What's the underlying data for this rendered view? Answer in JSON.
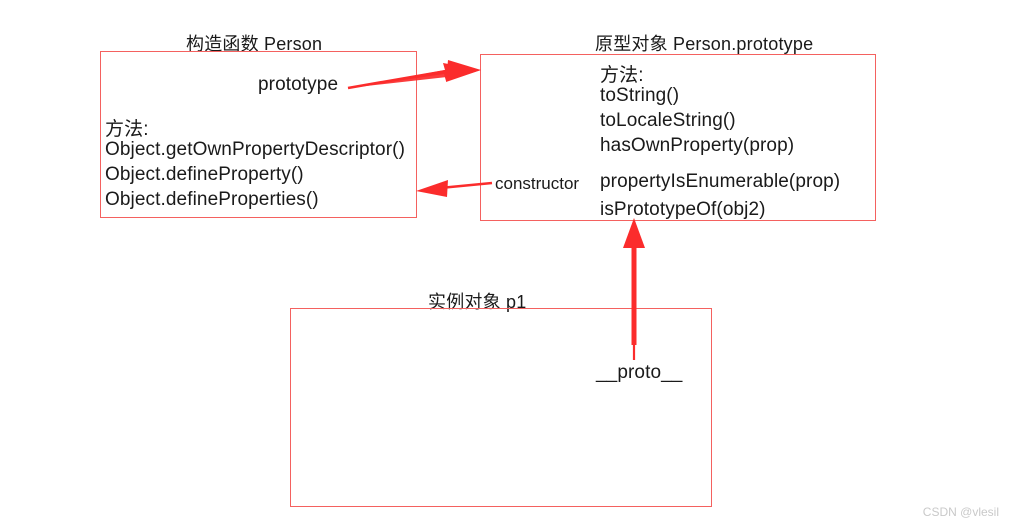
{
  "diagram": {
    "title_hidden": "JavaScript prototype chain diagram",
    "accent_color": "#f4615f",
    "arrow_color": "#fb2c2c",
    "text_color": "#1a1a1a",
    "boxes": {
      "constructor_box": {
        "title": "构造函数 Person",
        "inner_label": "prototype",
        "methods_heading": "方法:",
        "methods": [
          "Object.getOwnPropertyDescriptor()",
          "Object.defineProperty()",
          "Object.defineProperties()"
        ]
      },
      "prototype_box": {
        "title": "原型对象 Person.prototype",
        "methods_heading": "方法:",
        "methods": [
          "toString()",
          "toLocaleString()",
          "hasOwnProperty(prop)",
          "propertyIsEnumerable(prop)",
          "isPrototypeOf(obj2)"
        ],
        "constructor_label": "constructor"
      },
      "instance_box": {
        "title": "实例对象 p1",
        "proto_label": "__proto__"
      }
    },
    "arrows": [
      {
        "name": "prototype-arrow",
        "direction": "right",
        "from": "constructor_box",
        "to": "prototype_box"
      },
      {
        "name": "constructor-arrow",
        "direction": "left",
        "from": "prototype_box",
        "to": "constructor_box"
      },
      {
        "name": "proto-arrow",
        "direction": "up",
        "from": "instance_box",
        "to": "prototype_box"
      }
    ],
    "watermark": "CSDN @vlesil"
  }
}
